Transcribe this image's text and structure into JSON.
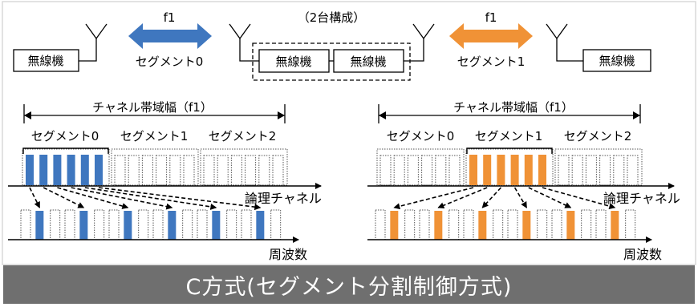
{
  "colors": {
    "blue": "#3f77bf",
    "orange": "#f09236",
    "frame": "#d8d8d8",
    "caption_bg": "#6f6f6f"
  },
  "top": {
    "radio_label": "無線機",
    "freq_label": "f1",
    "segment_left": "セグメント0",
    "segment_right": "セグメント1",
    "group_label": "（2台構成）"
  },
  "panels": {
    "channel_bandwidth": "チャネル帯域幅（f1）",
    "segment_labels": [
      "セグメント0",
      "セグメント1",
      "セグメント2"
    ],
    "logical_channel": "論理チャネル",
    "frequency": "周波数",
    "left_active_segment": 0,
    "right_active_segment": 1
  },
  "caption": "C方式(セグメント分割制御方式)"
}
